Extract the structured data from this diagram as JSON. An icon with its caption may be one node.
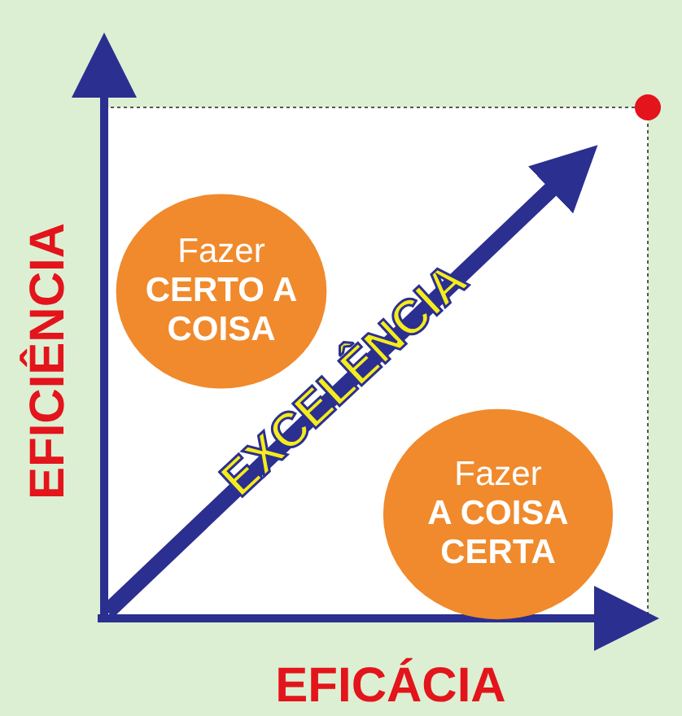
{
  "diagram": {
    "nodes": [
      {
        "text": [
          "Fazer",
          "CERTO A COISA"
        ]
      },
      {
        "text": [
          "Fazer",
          "A COISA CERTA"
        ]
      }
    ],
    "labels": [
      "EFICIÊNCIA",
      "EFICÁCIA",
      "EXCELÊNCIA"
    ]
  }
}
